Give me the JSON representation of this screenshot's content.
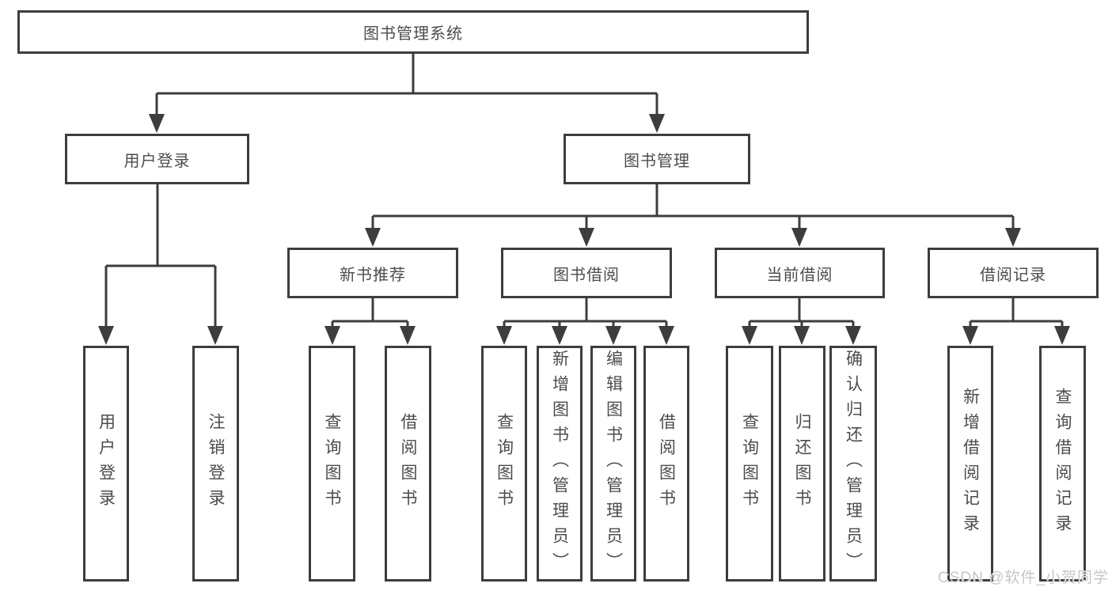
{
  "diagram": {
    "colors": {
      "line": "#3d3d3d",
      "box_border": "#3d3d3d",
      "text": "#4c4c4c",
      "background": "#ffffff",
      "watermark": "#c6c6c6"
    },
    "watermark": "CSDN @软件_小贺同学",
    "nodes": {
      "root": {
        "label": "图书管理系统"
      },
      "user_login": {
        "label": "用户登录"
      },
      "book_mgmt": {
        "label": "图书管理"
      },
      "new_books": {
        "label": "新书推荐"
      },
      "book_borrow": {
        "label": "图书借阅"
      },
      "current_borrow": {
        "label": "当前借阅"
      },
      "borrow_records": {
        "label": "借阅记录"
      },
      "leaf_user_login": {
        "label": "用户登录"
      },
      "leaf_logout": {
        "label": "注销登录"
      },
      "leaf_nb_query": {
        "label": "查询图书"
      },
      "leaf_nb_borrow": {
        "label": "借阅图书"
      },
      "leaf_bb_query": {
        "label": "查询图书"
      },
      "leaf_bb_add": {
        "label": "新增图书（管理员）"
      },
      "leaf_bb_edit": {
        "label": "编辑图书（管理员）"
      },
      "leaf_bb_borrow": {
        "label": "借阅图书"
      },
      "leaf_cb_query": {
        "label": "查询图书"
      },
      "leaf_cb_return": {
        "label": "归还图书"
      },
      "leaf_cb_confirm": {
        "label": "确认归还（管理员）"
      },
      "leaf_br_add": {
        "label": "新增借阅记录"
      },
      "leaf_br_query": {
        "label": "查询借阅记录"
      }
    }
  }
}
